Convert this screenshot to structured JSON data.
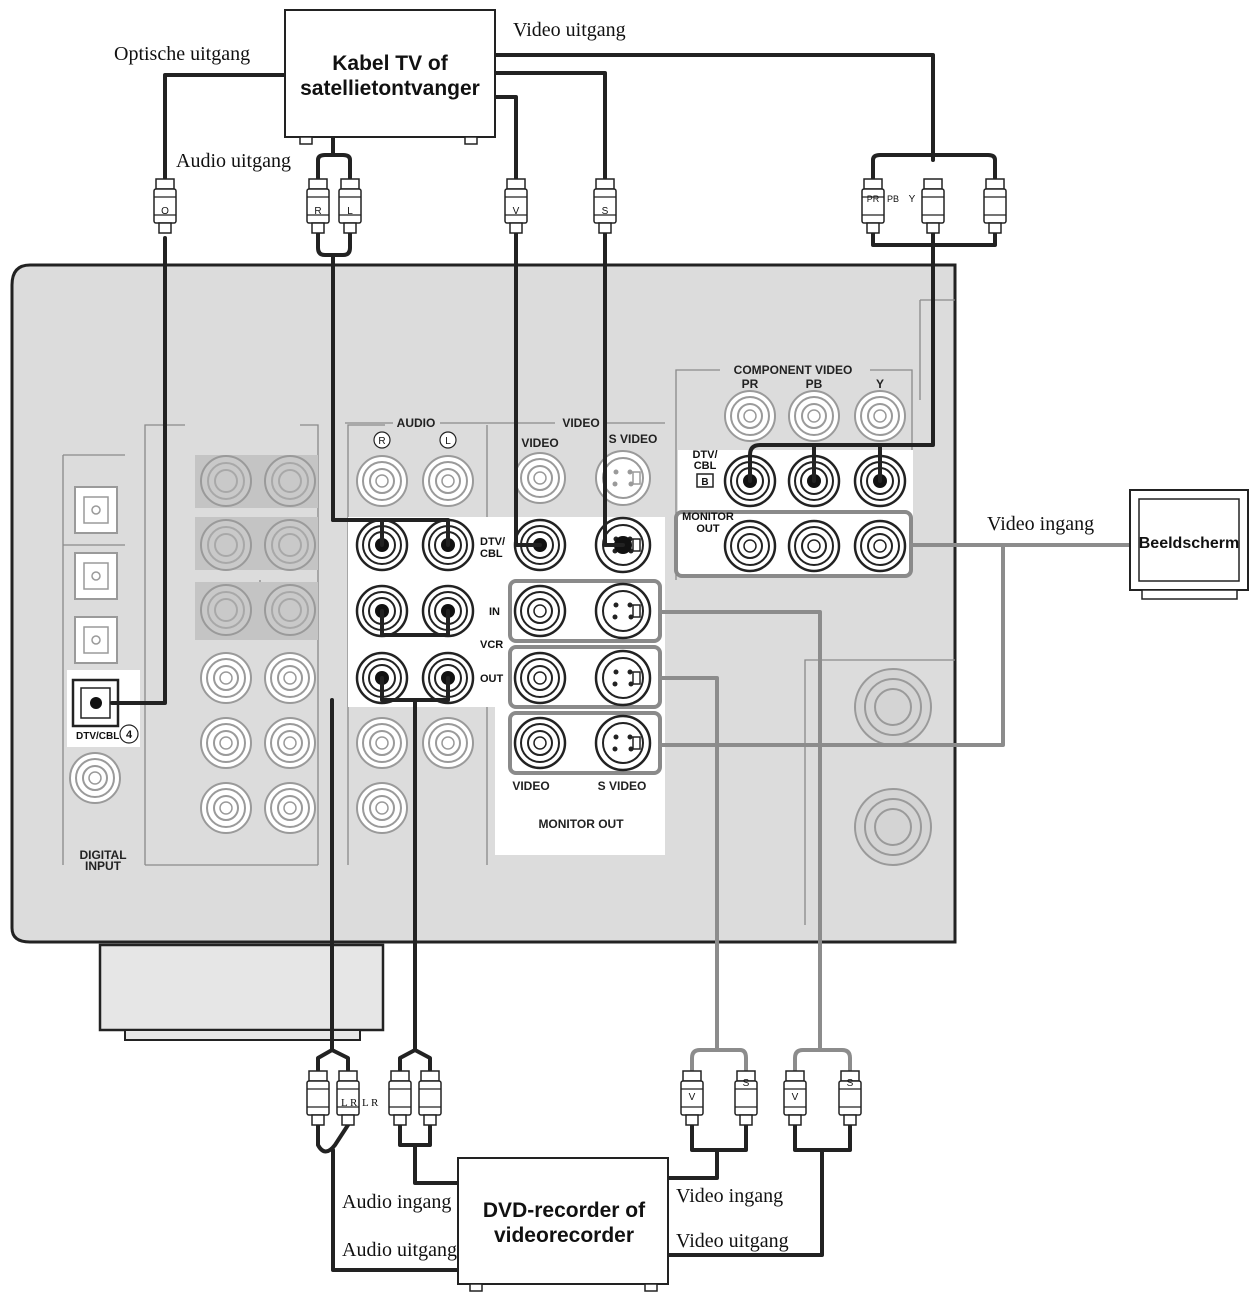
{
  "devices": {
    "source": {
      "line1": "Kabel TV of",
      "line2": "satellietontvanger"
    },
    "recorder": {
      "line1": "DVD-recorder of",
      "line2": "videorecorder"
    },
    "monitor": {
      "label": "Beeldscherm"
    }
  },
  "cable_labels": {
    "optical_out": "Optische uitgang",
    "audio_out_top": "Audio uitgang",
    "video_out_top": "Video uitgang",
    "video_in_monitor": "Video ingang",
    "audio_in_rec": "Audio ingang",
    "audio_out_rec": "Audio uitgang",
    "video_in_rec": "Video ingang",
    "video_out_rec": "Video uitgang"
  },
  "plug_letters": {
    "optical": "O",
    "right": "R",
    "left": "L",
    "video": "V",
    "svideo": "S",
    "pr": "PR",
    "pb": "PB",
    "y": "Y",
    "lr1": "L R",
    "lr2": "L R",
    "v1": "V",
    "s1": "S",
    "v2": "V",
    "s2": "S"
  },
  "panel": {
    "audio": "AUDIO",
    "video": "VIDEO",
    "r": "R",
    "l": "L",
    "col_video": "VIDEO",
    "col_svideo": "S VIDEO",
    "dtv_cbl_1": "DTV/",
    "dtv_cbl_2": "CBL",
    "in": "IN",
    "vcr": "VCR",
    "out": "OUT",
    "bottom_video": "VIDEO",
    "bottom_svideo": "S VIDEO",
    "monitor_out": "MONITOR OUT",
    "component_video": "COMPONENT VIDEO",
    "pr": "PR",
    "pb": "PB",
    "y": "Y",
    "comp_dtv_1": "DTV/",
    "comp_dtv_2": "CBL",
    "comp_badge": "B",
    "comp_mon_1": "MONITOR",
    "comp_mon_2": "OUT",
    "digital_input_1": "DIGITAL",
    "digital_input_2": "INPUT",
    "dtv_cbl_digital": "DTV/CBL",
    "digital_num": "4"
  },
  "colors": {
    "panel": "#dcdcdc",
    "cable_black": "#222222",
    "cable_gray": "#8c8c8c"
  }
}
